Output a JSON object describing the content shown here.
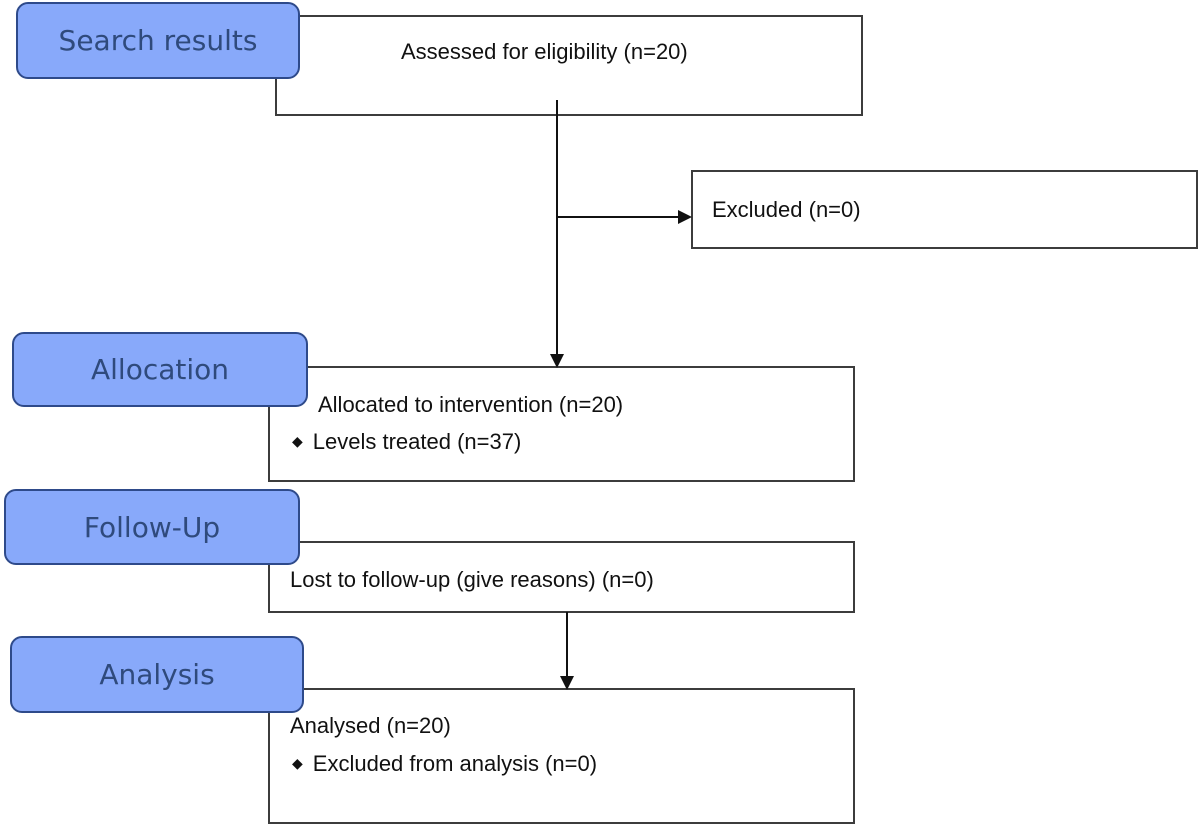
{
  "stages": {
    "search": "Search results",
    "allocation": "Allocation",
    "follow_up": "Follow-Up",
    "analysis": "Analysis"
  },
  "boxes": {
    "assessed": "Assessed for eligibility (n=20)",
    "excluded": "Excluded  (n=0)",
    "allocated": "Allocated to intervention (n=20)",
    "levels_treated": "Levels treated (n=37)",
    "lost": "Lost to follow-up (give reasons) (n=0)",
    "analysed": "Analysed  (n=20)",
    "excluded_analysis": "Excluded from analysis  (n=0)"
  },
  "colors": {
    "stage_fill": "#88a9fa",
    "stage_border": "#2e4a8a",
    "stage_text": "#2f4a7c",
    "box_border": "#3c3c3c"
  }
}
